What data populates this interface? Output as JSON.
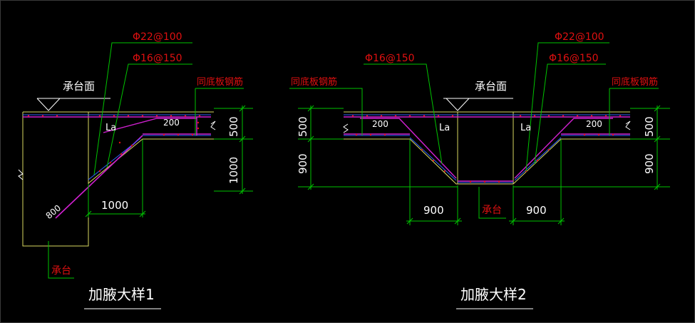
{
  "colors": {
    "background": "#000000",
    "frame": "#3a3a3a",
    "leader": "#00c400",
    "label_red": "#e01010",
    "text_white": "#ffffff",
    "concrete_outline": "#d8d860",
    "rebar_magenta": "#d020d0",
    "rebar_blue": "#3060ff",
    "dim_green": "#00c400"
  },
  "detail1": {
    "title": "加腋大样1",
    "label_phi22": "Φ22@100",
    "label_phi16": "Φ16@150",
    "label_surface": "承台面",
    "label_slab": "同底板钢筋",
    "label_la": "La",
    "label_200": "200",
    "label_800": "800",
    "label_1000_h": "1000",
    "dim_500": "500",
    "dim_1000_v": "1000",
    "label_cap": "承台"
  },
  "detail2": {
    "title": "加腋大样2",
    "label_phi22": "Φ22@100",
    "label_phi16_left": "Φ16@150",
    "label_phi16_right": "Φ16@150",
    "label_surface": "承台面",
    "label_slab_left": "同底板钢筋",
    "label_slab_right": "同底板钢筋",
    "label_la_left": "La",
    "label_la_right": "La",
    "label_200_left": "200",
    "label_200_right": "200",
    "dim_500_left": "500",
    "dim_900_left": "900",
    "dim_500_right": "500",
    "dim_900_right": "900",
    "dim_900_bl": "900",
    "dim_900_br": "900",
    "label_cap": "承台"
  }
}
